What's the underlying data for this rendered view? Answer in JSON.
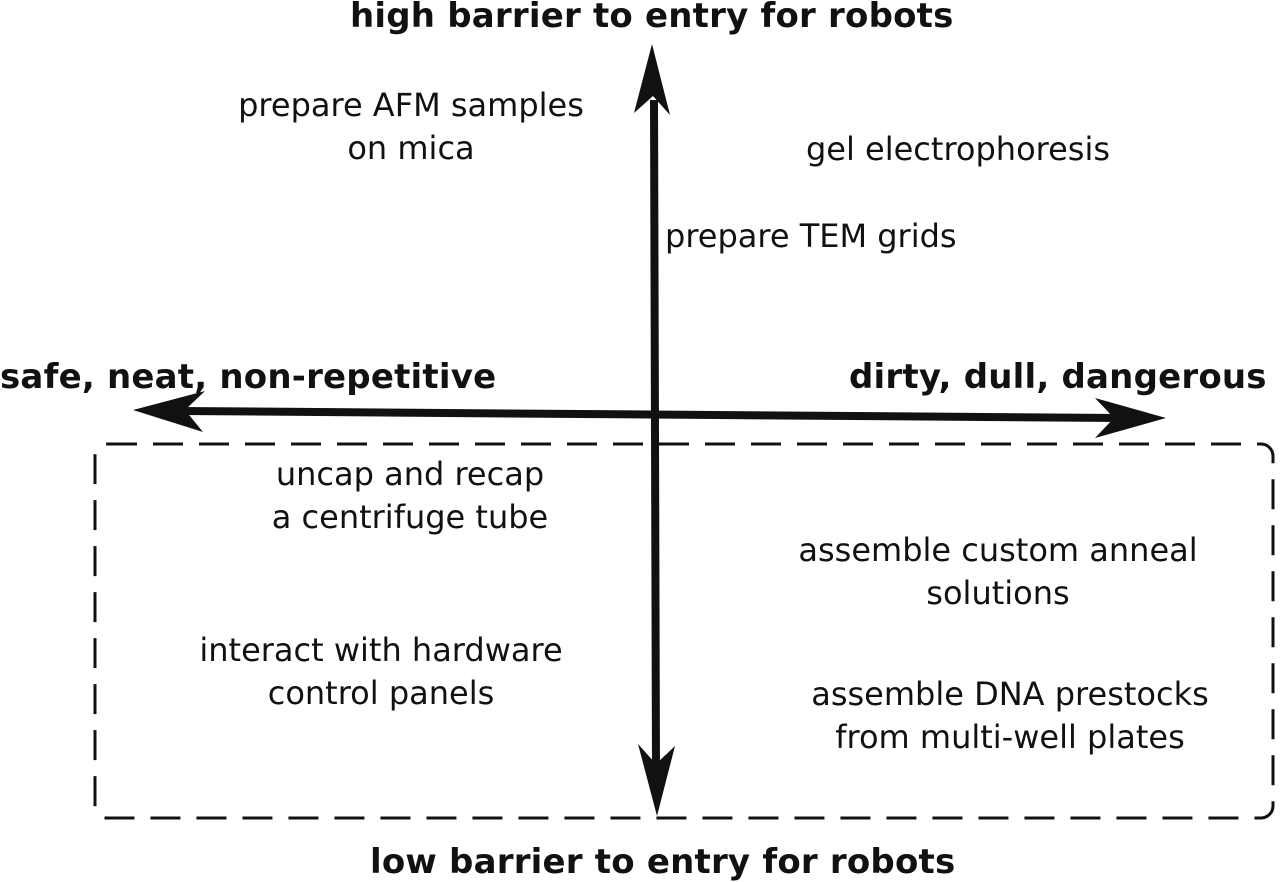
{
  "axes": {
    "top": "high barrier to entry for robots",
    "bottom": "low barrier to entry for robots",
    "left": "safe, neat, non-repetitive",
    "right": "dirty, dull, dangerous"
  },
  "tasks": {
    "afm": [
      "prepare AFM samples",
      "on mica"
    ],
    "gel": [
      "gel electrophoresis"
    ],
    "tem": [
      "prepare TEM grids"
    ],
    "uncap": [
      "uncap and recap",
      "a centrifuge tube"
    ],
    "anneal": [
      "assemble custom anneal",
      "solutions"
    ],
    "hardware": [
      "interact with hardware",
      "control panels"
    ],
    "dna": [
      "assemble DNA prestocks",
      "from multi-well plates"
    ]
  },
  "colors": {
    "line": "#111111",
    "background": "#ffffff"
  }
}
